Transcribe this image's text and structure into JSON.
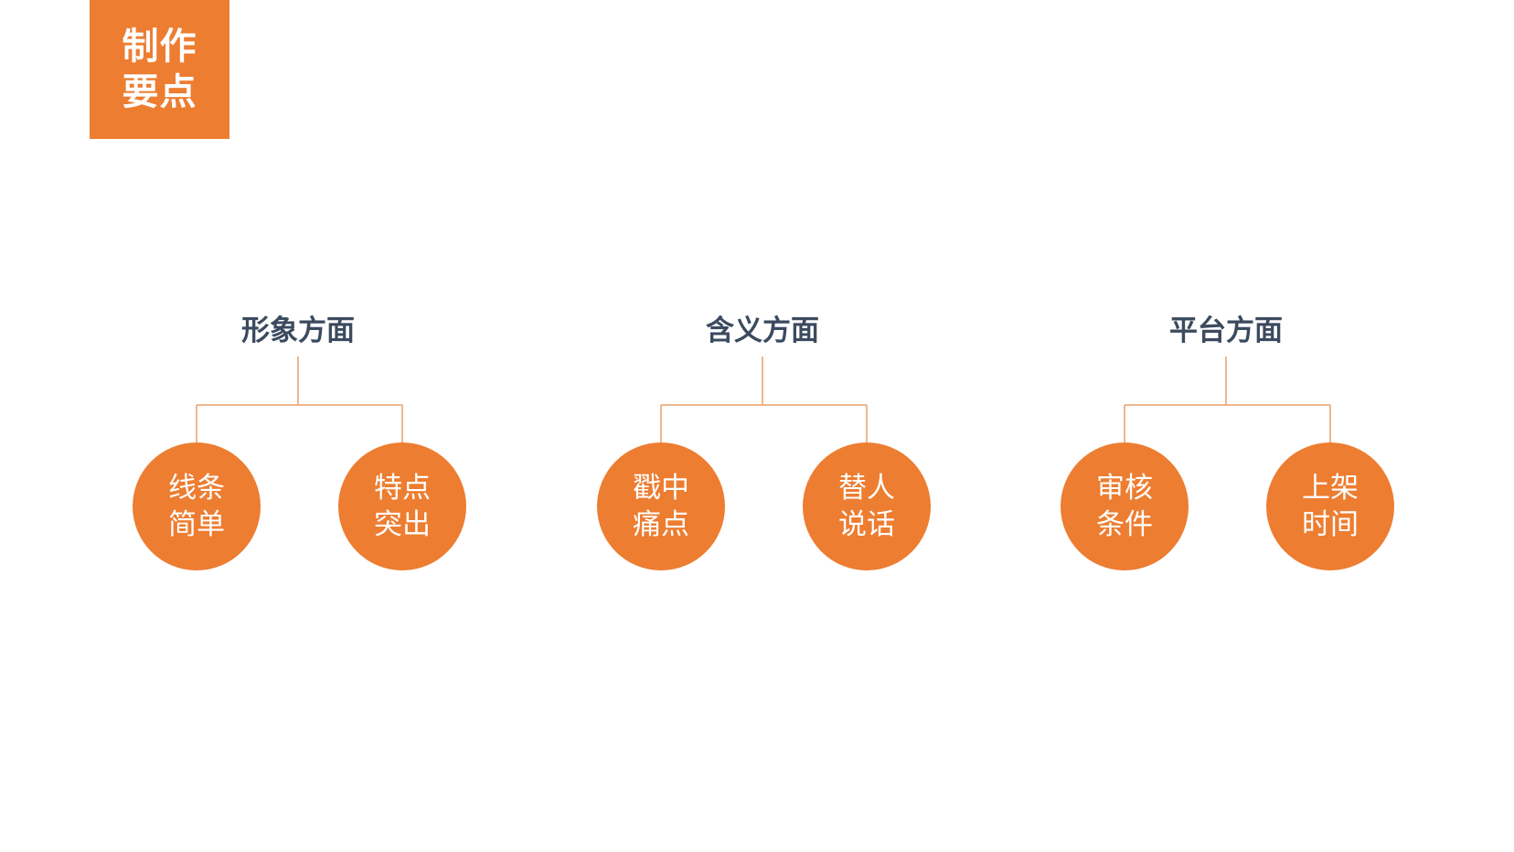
{
  "badge": {
    "line1": "制作",
    "line2": "要点"
  },
  "colors": {
    "accent": "#ED7D31",
    "connector": "#E8A068",
    "title_text": "#3B4A5E",
    "node_text": "#FFFFFF"
  },
  "groups": [
    {
      "title": "形象方面",
      "nodes": [
        {
          "line1": "线条",
          "line2": "简单"
        },
        {
          "line1": "特点",
          "line2": "突出"
        }
      ]
    },
    {
      "title": "含义方面",
      "nodes": [
        {
          "line1": "戳中",
          "line2": "痛点"
        },
        {
          "line1": "替人",
          "line2": "说话"
        }
      ]
    },
    {
      "title": "平台方面",
      "nodes": [
        {
          "line1": "审核",
          "line2": "条件"
        },
        {
          "line1": "上架",
          "line2": "时间"
        }
      ]
    }
  ]
}
